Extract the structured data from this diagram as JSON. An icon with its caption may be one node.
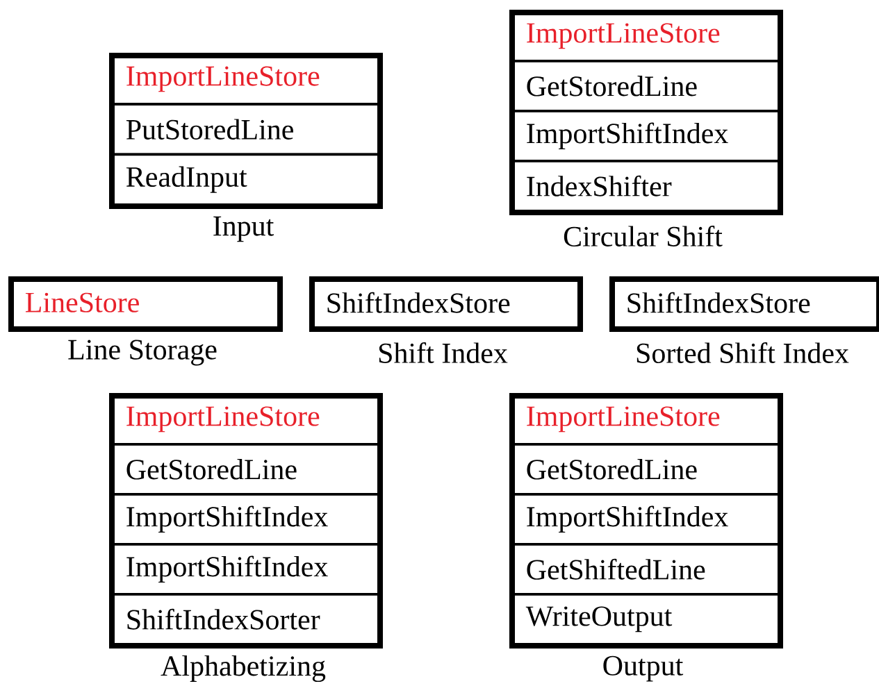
{
  "diagram": {
    "nodes": [
      {
        "text": [
          "Input"
        ]
      },
      {
        "text": [
          "ImportLineStore"
        ],
        "in": 0
      },
      {
        "text": [
          "PutStoredLine"
        ],
        "in": 0
      },
      {
        "text": [
          "ReadInput"
        ],
        "in": 0
      },
      {
        "text": [
          "Circular Shift"
        ]
      },
      {
        "text": [
          "ImportLineStore"
        ],
        "in": 4
      },
      {
        "text": [
          "GetStoredLine"
        ],
        "in": 4
      },
      {
        "text": [
          "ImportShiftIndex"
        ],
        "in": 4
      },
      {
        "text": [
          "IndexShifter"
        ],
        "in": 4
      },
      {
        "text": [
          "Line Storage"
        ]
      },
      {
        "text": [
          "LineStore"
        ],
        "in": 9
      },
      {
        "text": [
          "Shift Index"
        ]
      },
      {
        "text": [
          "ShiftIndexStore"
        ],
        "in": 11
      },
      {
        "text": [
          "Sorted Shift Index"
        ]
      },
      {
        "text": [
          "ShiftIndexStore"
        ],
        "in": 13
      },
      {
        "text": [
          "Alphabetizing"
        ]
      },
      {
        "text": [
          "ImportLineStore"
        ],
        "in": 15
      },
      {
        "text": [
          "GetStoredLine"
        ],
        "in": 15
      },
      {
        "text": [
          "ImportShiftIndex"
        ],
        "in": 15
      },
      {
        "text": [
          "ImportShiftIndex"
        ],
        "in": 15
      },
      {
        "text": [
          "ShiftIndexSorter"
        ],
        "in": 15
      },
      {
        "text": [
          "Output"
        ]
      },
      {
        "text": [
          "ImportLineStore"
        ],
        "in": 21
      },
      {
        "text": [
          "GetStoredLine"
        ],
        "in": 21
      },
      {
        "text": [
          "ImportShiftIndex"
        ],
        "in": 21
      },
      {
        "text": [
          "GetShiftedLine"
        ],
        "in": 21
      },
      {
        "text": [
          "WriteOutput"
        ],
        "in": 21
      }
    ],
    "edges": []
  }
}
